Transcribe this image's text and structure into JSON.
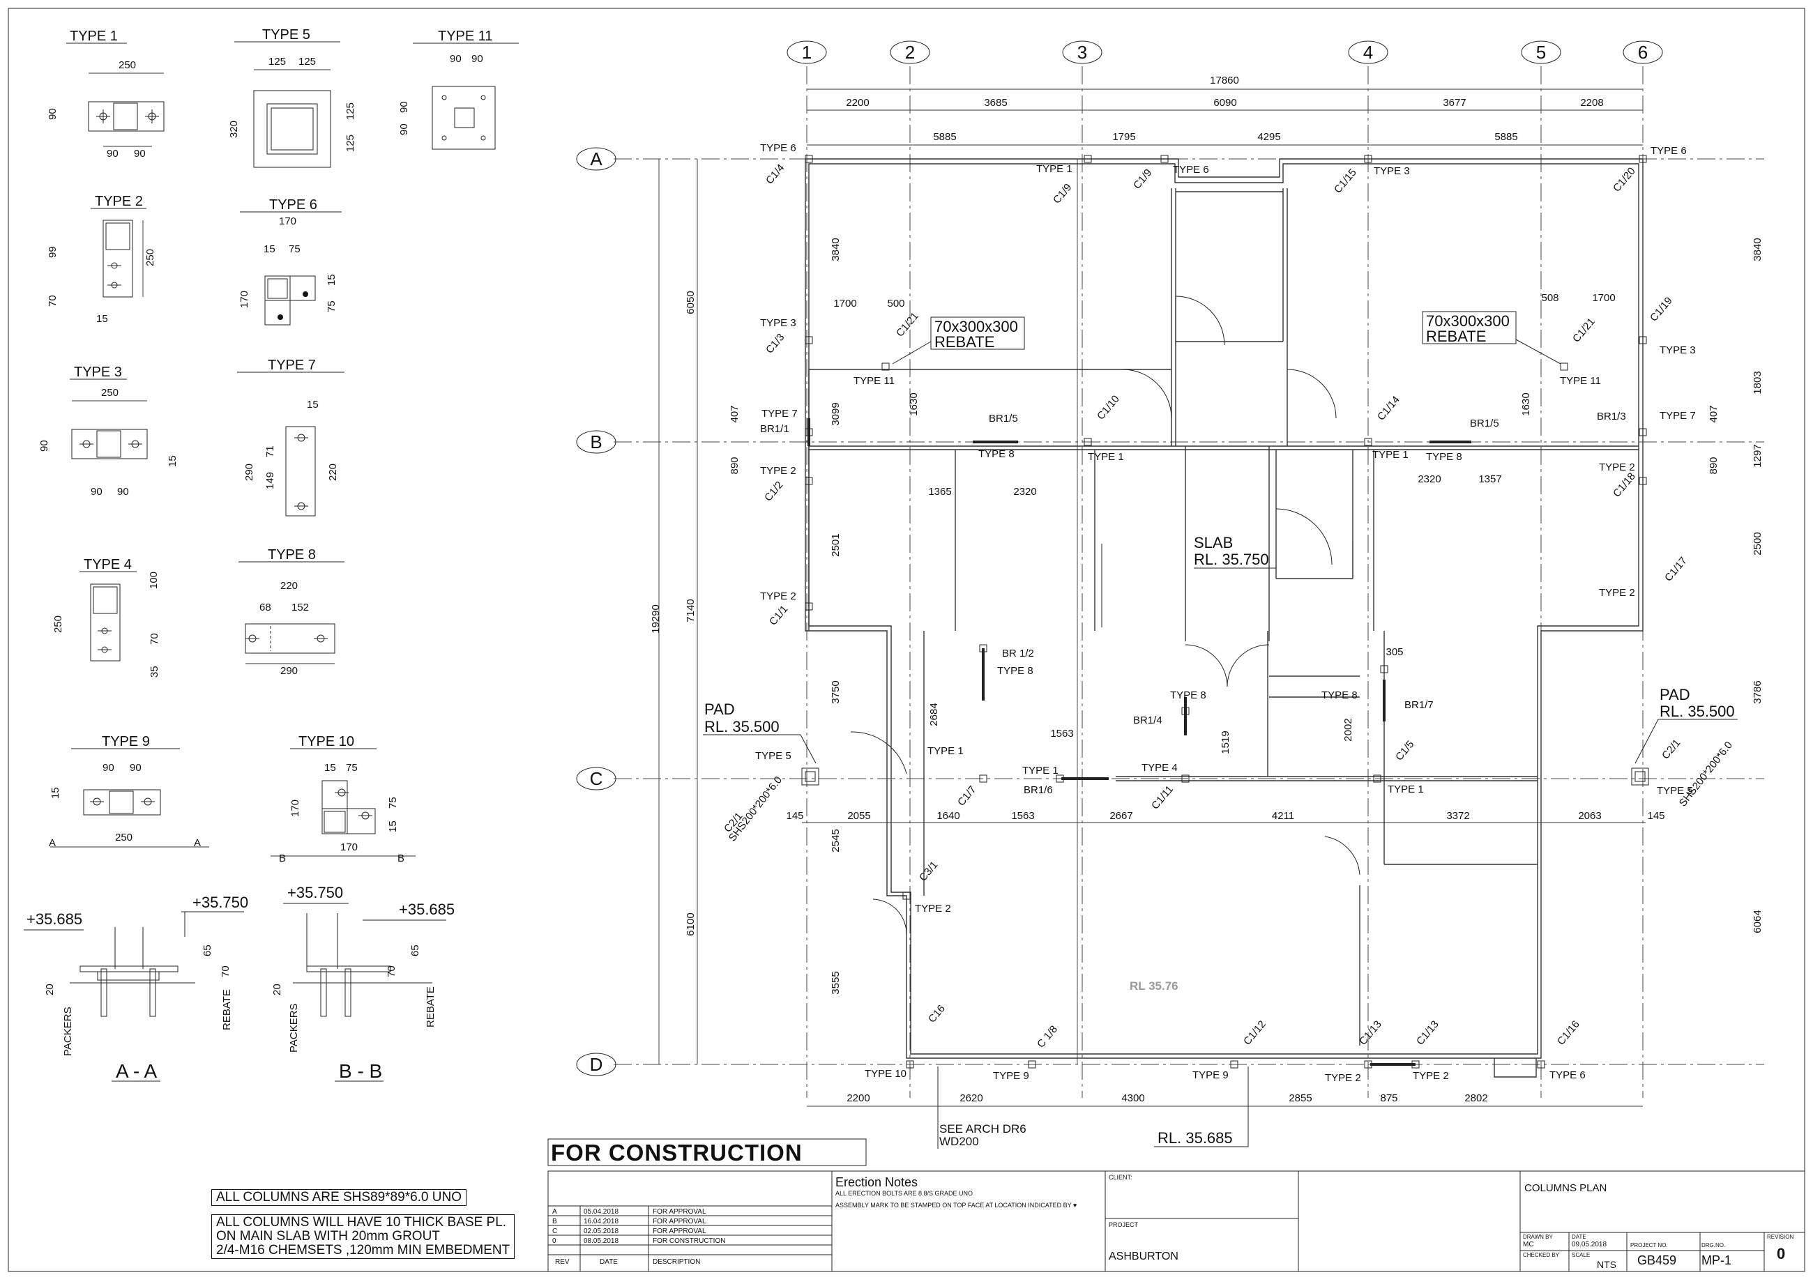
{
  "grid_columns": [
    "1",
    "2",
    "3",
    "4",
    "5",
    "6"
  ],
  "grid_rows": [
    "A",
    "B",
    "C",
    "D"
  ],
  "top_dims": {
    "overall": "17860",
    "row1": [
      "2200",
      "3685",
      "6090",
      "3677",
      "2208"
    ],
    "row2": [
      "5885",
      "1795",
      "4295",
      "5885"
    ]
  },
  "bottom_dims": [
    "2200",
    "2620",
    "4300",
    "2855",
    "875",
    "2802"
  ],
  "mid_dims_c": [
    "145",
    "2055",
    "1640",
    "1563",
    "2667",
    "4211",
    "3372",
    "2063",
    "145"
  ],
  "left_dims": {
    "overall": "19290",
    "outer": [
      "6050",
      "7140",
      "6100"
    ],
    "inner": [
      "3840",
      "3099",
      "407",
      "890",
      "2501",
      "3750",
      "2545",
      "3555"
    ]
  },
  "right_dims": {
    "outer": [
      "3840",
      "1803",
      "1297",
      "2500",
      "3786",
      "6064"
    ],
    "inner": [
      "407",
      "890"
    ]
  },
  "misc_dims": [
    "1700",
    "500",
    "508",
    "1700",
    "1630",
    "1630",
    "1365",
    "2320",
    "2320",
    "1357",
    "2684",
    "1563",
    "1519",
    "2002",
    "305"
  ],
  "type_details": {
    "type1": {
      "title": "TYPE 1",
      "dims": [
        "250",
        "90",
        "90",
        "90"
      ]
    },
    "type2": {
      "title": "TYPE 2",
      "dims": [
        "99",
        "250",
        "70",
        "15"
      ]
    },
    "type3": {
      "title": "TYPE 3",
      "dims": [
        "250",
        "90",
        "15",
        "90",
        "90"
      ]
    },
    "type4": {
      "title": "TYPE 4",
      "dims": [
        "100",
        "250",
        "70",
        "35"
      ]
    },
    "type5": {
      "title": "TYPE 5",
      "dims": [
        "125",
        "125",
        "320",
        "125",
        "125"
      ]
    },
    "type6": {
      "title": "TYPE 6",
      "dims": [
        "170",
        "15",
        "75",
        "15",
        "170",
        "75"
      ]
    },
    "type7": {
      "title": "TYPE 7",
      "dims": [
        "15",
        "71",
        "290",
        "149",
        "220"
      ]
    },
    "type8": {
      "title": "TYPE 8",
      "dims": [
        "220",
        "68",
        "152",
        "290"
      ]
    },
    "type9": {
      "title": "TYPE 9",
      "dims": [
        "90",
        "90",
        "15",
        "250"
      ],
      "section": "A"
    },
    "type10": {
      "title": "TYPE 10",
      "dims": [
        "15",
        "75",
        "170",
        "75",
        "15",
        "170"
      ],
      "section": "B"
    },
    "type11": {
      "title": "TYPE 11",
      "dims": [
        "90",
        "90",
        "90",
        "90"
      ]
    }
  },
  "sections": {
    "aa": {
      "title": "A - A",
      "top": "+35.750",
      "left": "+35.685",
      "d1": "65",
      "d2": "70",
      "d3": "20",
      "packers": "PACKERS",
      "rebate": "REBATE"
    },
    "bb": {
      "title": "B - B",
      "top": "+35.750",
      "right": "+35.685",
      "d1": "65",
      "d2": "70",
      "d3": "20",
      "packers": "PACKERS",
      "rebate": "REBATE"
    }
  },
  "plan_labels": {
    "slab": "SLAB",
    "slab_rl": "RL. 35.750",
    "rl_small": "RL 35.76",
    "pad": "PAD",
    "pad_rl": "RL. 35.500",
    "rebate_top": "70x300x300",
    "rebate_bot": "REBATE",
    "see_arch1": "SEE ARCH DR6",
    "see_arch2": "WD200",
    "rl_bottom": "RL. 35.685",
    "shs": "SHS200*200*6.0"
  },
  "columns": [
    "C1/4",
    "C1/3",
    "C1/2",
    "C1/1",
    "C1/9",
    "C1/9",
    "C1/10",
    "C1/15",
    "C1/14",
    "C1/20",
    "C1/19",
    "C1/18",
    "C1/17",
    "C1/21",
    "C1/21",
    "C1/7",
    "C1/11",
    "C1/5",
    "C2/1",
    "C2/1",
    "C3/1",
    "C16",
    "C 1/8",
    "C1/12",
    "C1/13",
    "C1/13",
    "C1/16",
    "BR1/1",
    "BR1/5",
    "BR1/5",
    "BR1/3",
    "BR 1/2",
    "BR1/4",
    "BR1/6",
    "BR1/7"
  ],
  "type_tags": [
    "TYPE 6",
    "TYPE 1",
    "TYPE 6",
    "TYPE 3",
    "TYPE 6",
    "TYPE 3",
    "TYPE 11",
    "TYPE 11",
    "TYPE 3",
    "TYPE 7",
    "TYPE 8",
    "TYPE 1",
    "TYPE 1",
    "TYPE 8",
    "TYPE 7",
    "TYPE 2",
    "TYPE 2",
    "TYPE 2",
    "TYPE 2",
    "TYPE 8",
    "TYPE 1",
    "TYPE 8",
    "TYPE 8",
    "TYPE 5",
    "TYPE 1",
    "TYPE 4",
    "TYPE 1",
    "TYPE 5",
    "TYPE 2",
    "TYPE 10",
    "TYPE 9",
    "TYPE 9",
    "TYPE 2",
    "TYPE 2",
    "TYPE 6"
  ],
  "for_construction": "FOR CONSTRUCTION",
  "notes": {
    "line1": "ALL COLUMNS ARE SHS89*89*6.0 UNO",
    "line2": "ALL COLUMNS WILL HAVE 10 THICK BASE PL.",
    "line3": "ON MAIN SLAB WITH  20mm  GROUT",
    "line4": "2/4-M16 CHEMSETS ,120mm MIN EMBEDMENT"
  },
  "revisions": {
    "rows": [
      {
        "rev": "A",
        "date": "05.04.2018",
        "desc": "FOR APPROVAL"
      },
      {
        "rev": "B",
        "date": "16.04.2018",
        "desc": "FOR APPROVAL"
      },
      {
        "rev": "C",
        "date": "02.05.2018",
        "desc": "FOR APPROVAL"
      },
      {
        "rev": "0",
        "date": "08.05.2018",
        "desc": "FOR CONSTRUCTION"
      }
    ],
    "h_rev": "REV",
    "h_date": "DATE",
    "h_desc": "DESCRIPTION"
  },
  "erection": {
    "title": "Erection Notes",
    "line1": "ALL ERECTION BOLTS ARE 8.8/S GRADE UNO",
    "line2": "ASSEMBLY MARK TO BE STAMPED ON TOP FACE AT LOCATION INDICATED BY  ♥"
  },
  "titleblock": {
    "client_lbl": "CLIENT:",
    "project_lbl": "PROJECT",
    "project": "ASHBURTON",
    "drawing_title": "COLUMNS PLAN",
    "drawn_lbl": "DRAWN BY",
    "drawn": "MC",
    "date_lbl": "DATE",
    "date": "09.05.2018",
    "checked_lbl": "CHECKED BY",
    "scale_lbl": "SCALE",
    "scale": "NTS",
    "projno_lbl": "PROJECT NO.",
    "projno": "GB459",
    "drgno_lbl": "DRG.NO.",
    "drgno": "MP-1",
    "revision_lbl": "REVISION",
    "revision": "0"
  }
}
